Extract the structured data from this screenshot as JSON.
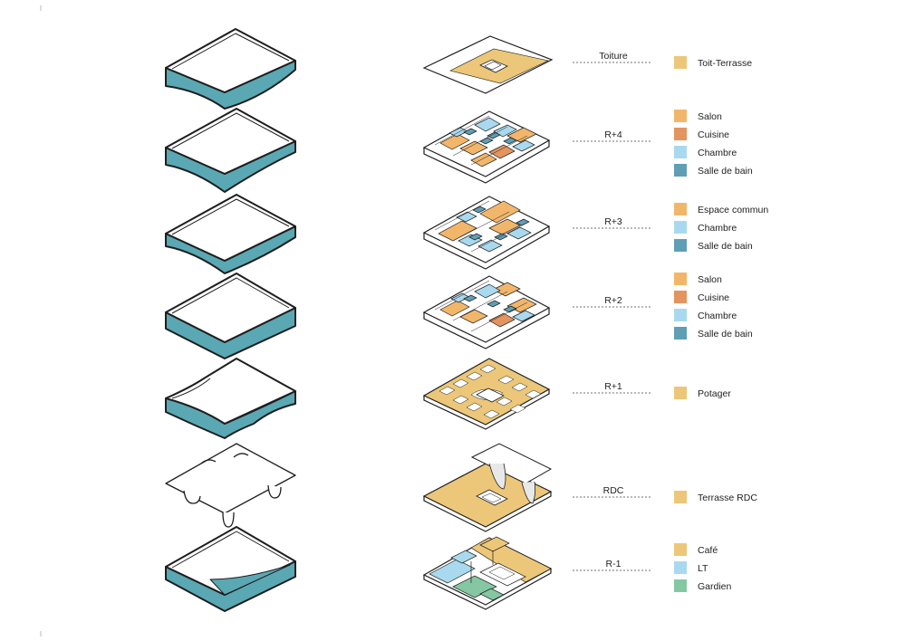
{
  "colors": {
    "teal": "#5aa8b3",
    "outline": "#1e1e1e",
    "orange_light": "#f2b66b",
    "orange_dark": "#e4945f",
    "blue_light": "#a9d9ef",
    "blue_dark": "#5f9fb5",
    "yellow": "#ecc779",
    "green": "#84c7a1"
  },
  "levels": [
    {
      "label": "Toiture",
      "legend": [
        {
          "text": "Toit-Terrasse",
          "color": "#ecc779"
        }
      ]
    },
    {
      "label": "R+4",
      "legend": [
        {
          "text": "Salon",
          "color": "#f2b66b"
        },
        {
          "text": "Cuisine",
          "color": "#e4945f"
        },
        {
          "text": "Chambre",
          "color": "#a9d9ef"
        },
        {
          "text": "Salle de bain",
          "color": "#5f9fb5"
        }
      ]
    },
    {
      "label": "R+3",
      "legend": [
        {
          "text": "Espace commun",
          "color": "#f2b66b"
        },
        {
          "text": "Chambre",
          "color": "#a9d9ef"
        },
        {
          "text": "Salle de bain",
          "color": "#5f9fb5"
        }
      ]
    },
    {
      "label": "R+2",
      "legend": [
        {
          "text": "Salon",
          "color": "#f2b66b"
        },
        {
          "text": "Cuisine",
          "color": "#e4945f"
        },
        {
          "text": "Chambre",
          "color": "#a9d9ef"
        },
        {
          "text": "Salle de bain",
          "color": "#5f9fb5"
        }
      ]
    },
    {
      "label": "R+1",
      "legend": [
        {
          "text": "Potager",
          "color": "#ecc779"
        }
      ]
    },
    {
      "label": "RDC",
      "legend": [
        {
          "text": "Terrasse RDC",
          "color": "#ecc779"
        }
      ]
    },
    {
      "label": "R-1",
      "legend": [
        {
          "text": "Café",
          "color": "#ecc779"
        },
        {
          "text": "LT",
          "color": "#a9d9ef"
        },
        {
          "text": "Gardien",
          "color": "#84c7a1"
        }
      ]
    }
  ]
}
